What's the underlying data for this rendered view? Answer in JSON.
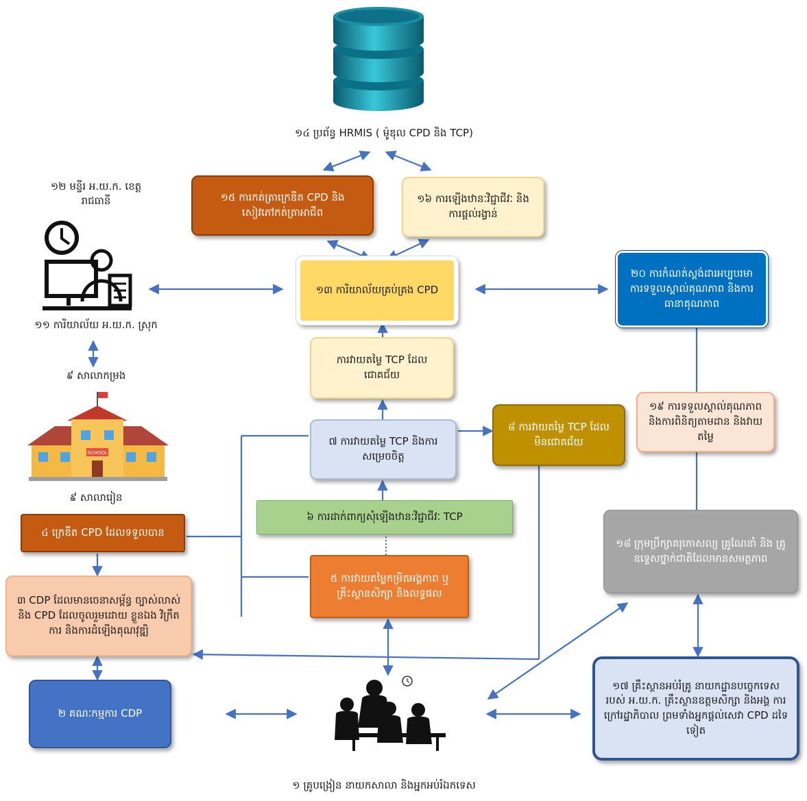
{
  "nodes": {
    "n14": "១៤ ប្រព័ន្ធ HRMIS ( ម៉ូឌុល CPD និង TCP)",
    "n15": "១៥ ការកត់ត្រាក្រេឌីត CPD និង សៀវភៅកត់ត្រាអាជីព",
    "n16": "១៦ ការឡើងឋានៈវិជ្ជាជីវៈ និង ការផ្តល់រង្វាន់",
    "n12": "១២ មន្ទីរ អ.យ.ក. ខេត្តរាជធានី",
    "n13": "១៣ ការិយាល័យគ្រប់គ្រង CPD",
    "n20": "២០ ការកំណត់ស្តង់ដារអប្បបរមា ការទទួលស្គាល់គុណភាព និងការ ធានាគុណភាព",
    "n11": "១១ ការិយាល័យ អ.យ.ក. ស្រុក",
    "tcp_pass": "ការវាយតម្លៃ TCP ដែល ជោគជ័យ",
    "n9": "៩ សាលាកម្រង",
    "n19": "១៩ ការទទួលស្គាល់គុណភាព និងការពិនិត្យតាមដាន និងវាយ តម្លៃ",
    "n7": "៧ ការវាយតម្លៃ TCP និងការ សម្រេចចិត្ត",
    "n8": "៨ ការវាយតម្លៃ TCP ដែល មិនជោគជ័យ",
    "school": "៩ សាលារៀន",
    "school_sign": "SCHOOL",
    "n6": "៦ ការដាក់ពាក្យសុំឡើងឋានៈវិជ្ជាជីវៈ TCP",
    "n4": "៤ ក្រេឌីត CPD ដែលទទួលបាន",
    "n18": "១៨ ក្រុមប្រឹក្សាគរុកោសល្យ គ្រូណែនាំ និង គ្រូឧទ្ទេសថ្នាក់ជាតិដែលមានសមត្ថភាព",
    "n5": "៥ ការវាយតម្លៃកម្រិតអង្គភាព ឬ គ្រឹះស្ថានសិក្សា និងលទ្ធផល",
    "n3": "៣ CDP ដែលមានចេនាសម្ព័ន្ធ ច្បាស់លាស់ និង CPD ដែលចូលរួមដោយ ខ្លួនឯង វិក្រឹតការ និងការដំឡើងគុណវុឌ្ឍិ",
    "n17": "១៧ គ្រឹះស្ថានអប់រំគ្រូ នាយកដ្ឋានបច្ចេកទេស របស់ អ.យ.ក. គ្រឹះស្ថានឧត្តមសិក្សា និងអង្គ ការក្រៅរដ្ឋាភិបាល ព្រមទាំងអ្នកផ្តល់សេវា CPD ដទៃទៀត",
    "n2": "២ គណៈកម្មការ CDP",
    "n1": "១ គ្រូបង្រៀន នាយកសាលា និងអ្នកអប់រំឯកទេស"
  },
  "colors": {
    "arrow": "#4472c4",
    "dark_orange": "#c55a11",
    "light_yellow": "#fff2cc",
    "gold": "#ffd966",
    "blue": "#0070c0",
    "light_blue": "#dae3f3",
    "olive": "#bf9000",
    "green": "#a9d18e",
    "peach": "#f8cbad",
    "orange": "#ed7d31",
    "grey": "#a6a6a6",
    "royal_blue": "#4472c4"
  },
  "icons": [
    "database-icon",
    "district-office-worker-icon",
    "school-building-icon",
    "teachers-group-icon",
    "clock-icon"
  ]
}
